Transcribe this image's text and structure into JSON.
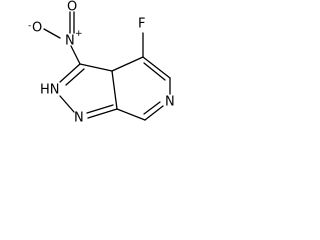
{
  "molecule": {
    "atoms": {
      "fluorine": "F",
      "nitro_nitrogen": "N",
      "nitro_oxygen_single": "O",
      "nitro_oxygen_double": "O",
      "pyrazole_nh": "HN",
      "pyrazole_n": "N",
      "pyridine_n": "N"
    },
    "charges": {
      "nitro_nitrogen": "+",
      "nitro_oxygen_single": "-"
    }
  }
}
